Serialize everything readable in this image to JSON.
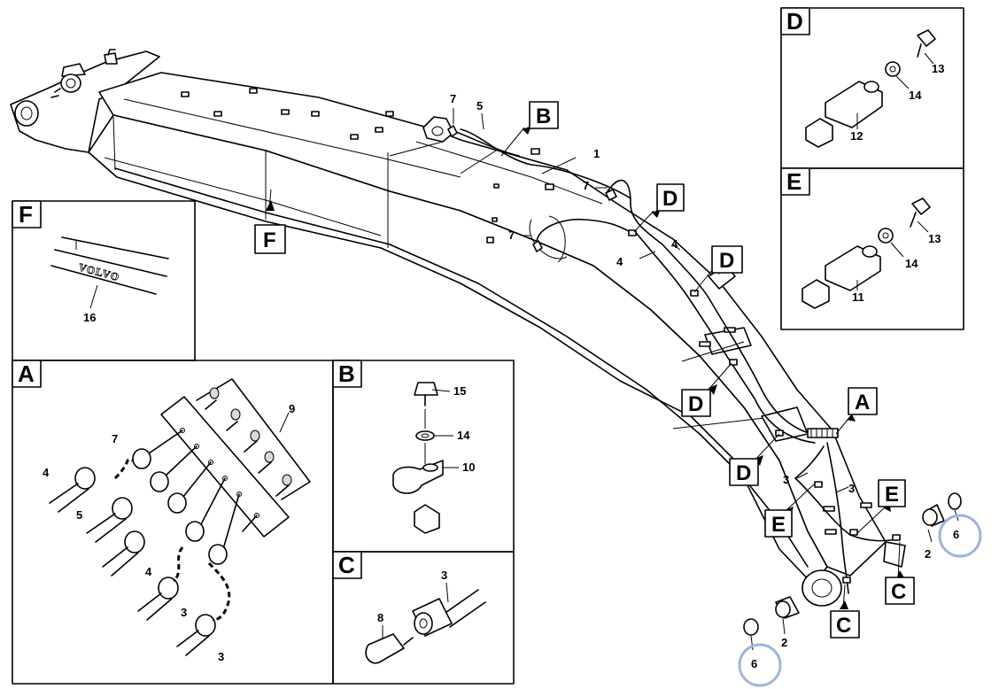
{
  "diagram": {
    "callouts": {
      "c1": "1",
      "c2a": "2",
      "c2b": "2",
      "c3a": "3",
      "c3b": "3",
      "c4a": "4",
      "c4b": "4",
      "c5": "5",
      "c6a": "6",
      "c6b": "6",
      "c7a": "7",
      "c7b": "7",
      "c7c": "7"
    },
    "boom_letters": {
      "B": "B",
      "D1": "D",
      "D2": "D",
      "D3": "D",
      "D4": "D",
      "A": "A",
      "E1": "E",
      "E2": "E",
      "C1": "C",
      "C2": "C",
      "F": "F"
    },
    "panels": {
      "F": {
        "letter": "F",
        "logo": "VOLVO",
        "n16": "16"
      },
      "A": {
        "letter": "A",
        "n9": "9",
        "n7": "7",
        "n4a": "4",
        "n5": "5",
        "n4b": "4",
        "n3a": "3",
        "n3b": "3"
      },
      "B": {
        "letter": "B",
        "n15": "15",
        "n14": "14",
        "n10": "10"
      },
      "C": {
        "letter": "C",
        "n8": "8",
        "n3": "3"
      },
      "D": {
        "letter": "D",
        "n13": "13",
        "n14": "14",
        "n12": "12"
      },
      "E": {
        "letter": "E",
        "n13": "13",
        "n14": "14",
        "n11": "11"
      }
    },
    "highlight_color": "#9bb8d6"
  }
}
